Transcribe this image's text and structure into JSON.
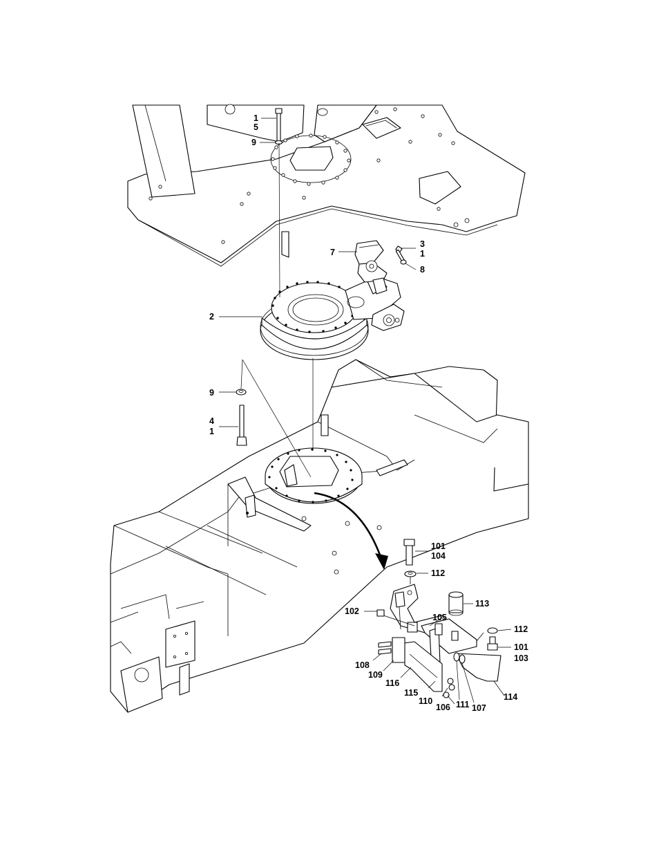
{
  "diagram": {
    "callouts": {
      "c1a": "1",
      "c5": "5",
      "c9a": "9",
      "c7": "7",
      "c3": "3",
      "c1b": "1",
      "c8": "8",
      "c2": "2",
      "c9b": "9",
      "c4": "4",
      "c1c": "1",
      "c101a": "101",
      "c104": "104",
      "c112a": "112",
      "c113": "113",
      "c102": "102",
      "c105": "105",
      "c112b": "112",
      "c101b": "101",
      "c103": "103",
      "c108": "108",
      "c109": "109",
      "c116": "116",
      "c115": "115",
      "c110": "110",
      "c106": "106",
      "c111": "111",
      "c107": "107",
      "c114": "114"
    }
  }
}
